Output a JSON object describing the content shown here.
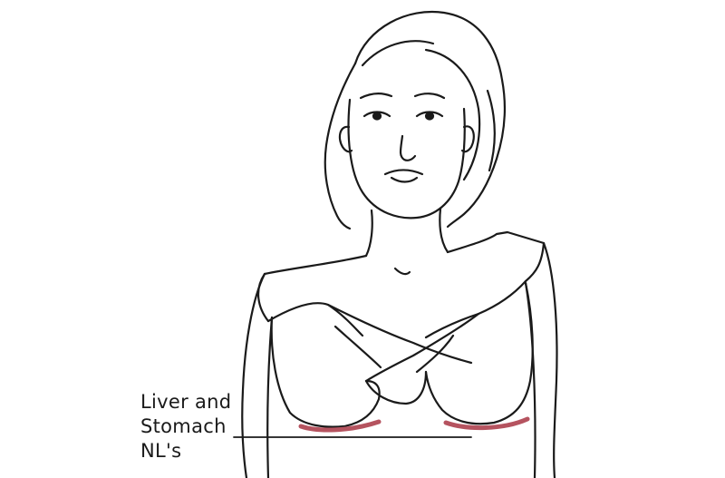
{
  "annotation": {
    "line1": "Liver and",
    "line2": "Stomach",
    "line3": "NL's"
  },
  "colors": {
    "ink": "#1a1a1a",
    "marker": "#b5535f",
    "background": "#ffffff"
  }
}
